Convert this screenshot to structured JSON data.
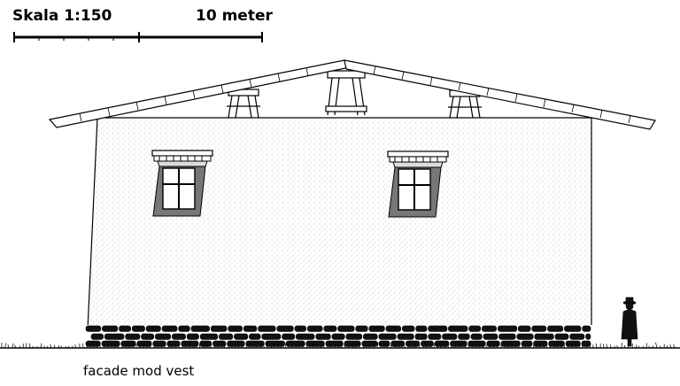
{
  "scale": {
    "label": "Skala 1:150",
    "distance_label": "10 meter"
  },
  "caption": "facade mod vest",
  "colors": {
    "line": "#000000",
    "wall": "#ffffff",
    "window_frame": "#777777",
    "stone": "#111111"
  }
}
